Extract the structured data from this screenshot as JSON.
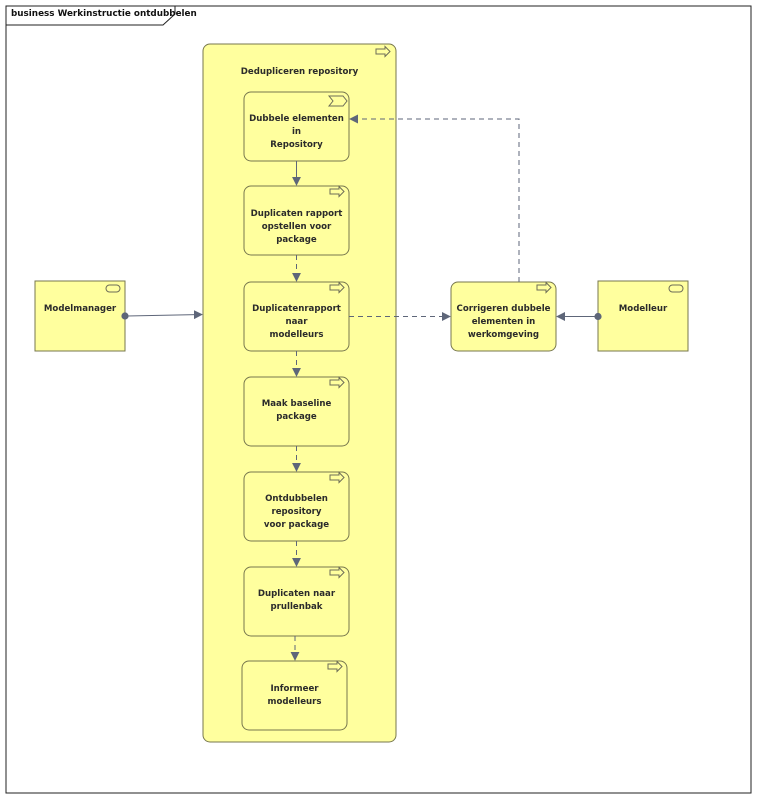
{
  "diagram": {
    "frame_title": "business Werkinstructie ontdubbelen",
    "container": {
      "label": "Dedupliceren repository"
    },
    "nodes": {
      "dubbele": "Dubbele elementen in\nRepository",
      "rapport_opstellen": "Duplicaten rapport\nopstellen voor package",
      "rapport_naar": "Duplicatenrapport naar\nmodelleurs",
      "baseline": "Maak baseline package",
      "ontdubbelen": "Ontdubbelen repository\nvoor package",
      "prullenbak": "Duplicaten naar\nprullenbak",
      "informeer": "Informeer modelleurs",
      "corrigeren": "Corrigeren dubbele\nelementen in\nwerkomgeving"
    },
    "actors": {
      "modelmanager": "Modelmanager",
      "modelleur": "Modelleur"
    },
    "colors": {
      "fill": "#ffff9e",
      "stroke": "#77774e",
      "connector": "#5e6679"
    }
  }
}
